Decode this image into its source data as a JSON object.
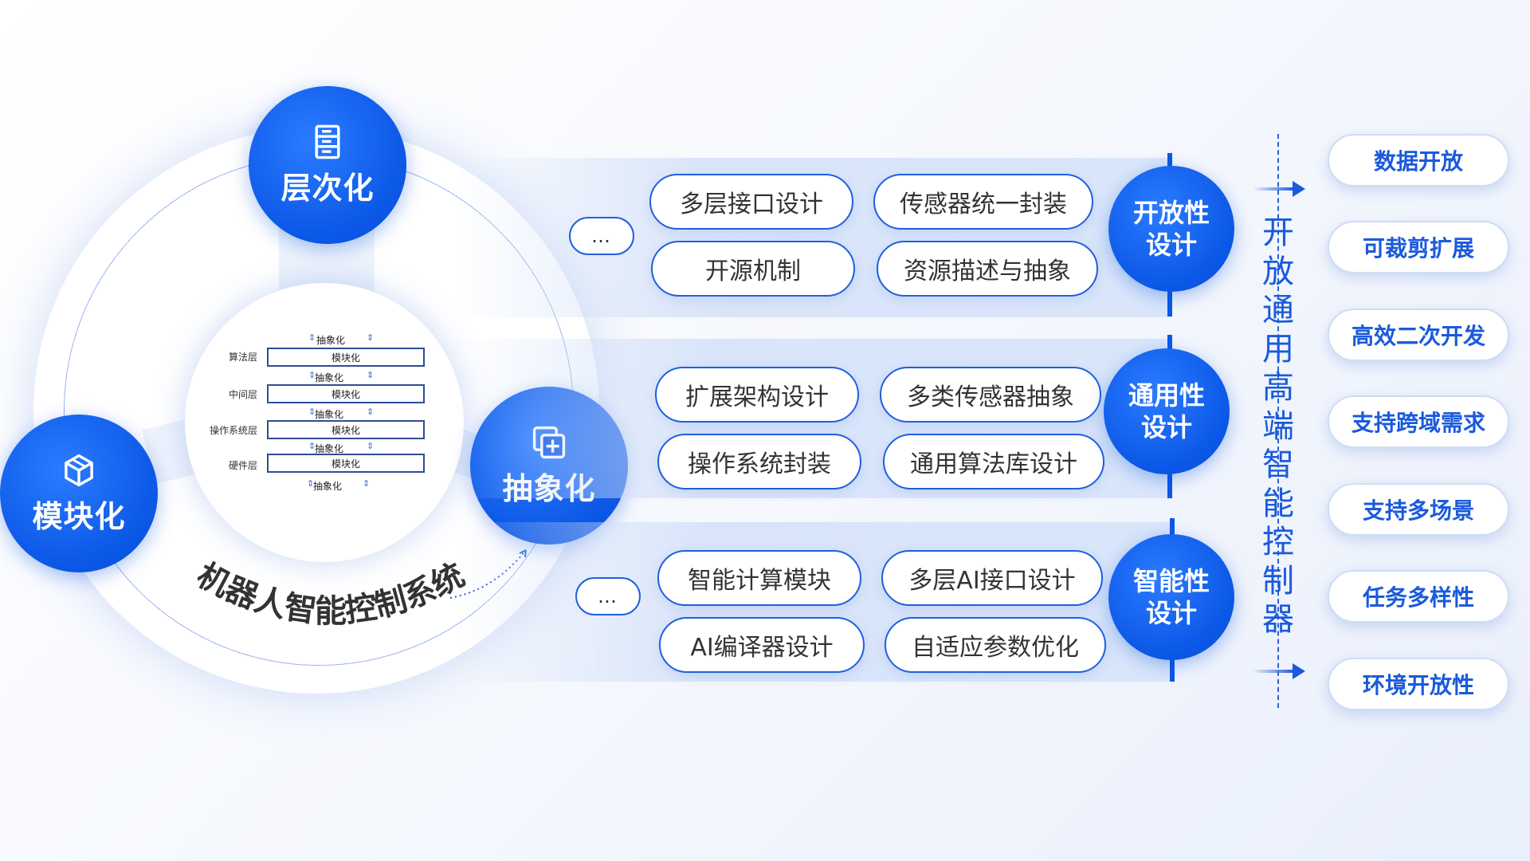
{
  "colors": {
    "primary": "#0b57e6",
    "accent": "#1a5adc",
    "border": "#1f5fe0"
  },
  "nodes": {
    "layered": {
      "label": "层次化",
      "icon": "server-icon"
    },
    "modular": {
      "label": "模块化",
      "icon": "cube-icon"
    },
    "abstract": {
      "label": "抽象化",
      "icon": "layers-plus-icon"
    }
  },
  "ring_title": "机器人智能控制系统",
  "stack": {
    "layers": [
      "算法层",
      "中间层",
      "操作系统层",
      "硬件层"
    ],
    "box_label": "模块化",
    "abs_label": "抽象化"
  },
  "bands": [
    {
      "category": [
        "开放性",
        "设计"
      ],
      "ellipsis": "…",
      "pills": [
        "多层接口设计",
        "传感器统一封装",
        "开源机制",
        "资源描述与抽象"
      ]
    },
    {
      "category": [
        "通用性",
        "设计"
      ],
      "ellipsis": "",
      "pills": [
        "扩展架构设计",
        "多类传感器抽象",
        "操作系统封装",
        "通用算法库设计"
      ]
    },
    {
      "category": [
        "智能性",
        "设计"
      ],
      "ellipsis": "…",
      "pills": [
        "智能计算模块",
        "多层AI接口设计",
        "AI编译器设计",
        "自适应参数优化"
      ]
    }
  ],
  "vertical_title": [
    "开",
    "放",
    "通",
    "用",
    "高",
    "端",
    "智",
    "能",
    "控",
    "制",
    "器"
  ],
  "features": [
    "数据开放",
    "可裁剪扩展",
    "高效二次开发",
    "支持跨域需求",
    "支持多场景",
    "任务多样性",
    "环境开放性"
  ]
}
